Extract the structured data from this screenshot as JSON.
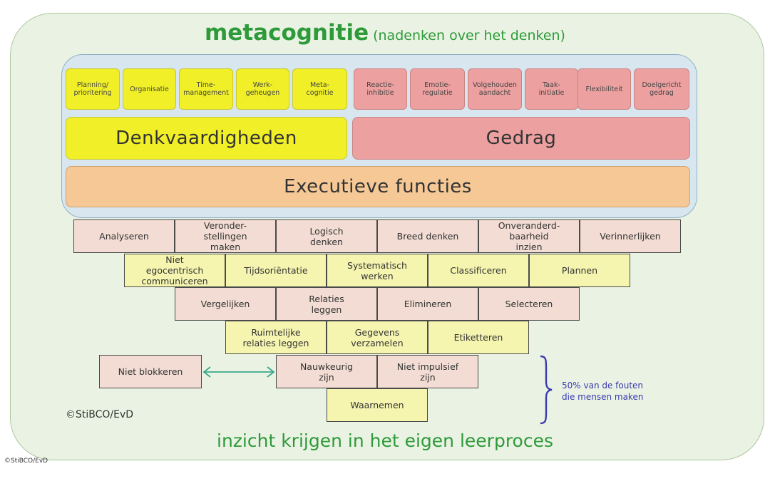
{
  "title": {
    "main": "metacognitie",
    "sub": "(nadenken over het denken)"
  },
  "thinking_skills": [
    {
      "label": "Planning/\nprioritering"
    },
    {
      "label": "Organisatie"
    },
    {
      "label": "Time-\nmanagement"
    },
    {
      "label": "Werk-\ngeheugen"
    },
    {
      "label": "Meta-\ncognitie"
    }
  ],
  "behavior_skills": [
    {
      "label": "Reactie-\ninhibitie"
    },
    {
      "label": "Emotie-\nregulatie"
    },
    {
      "label": "Volgehouden\naandacht"
    },
    {
      "label": "Taak-\ninitiatie"
    },
    {
      "label": "Flexibiliteit"
    },
    {
      "label": "Doelgericht\ngedrag"
    }
  ],
  "denkvaardigheden_label": "Denkvaardigheden",
  "gedrag_label": "Gedrag",
  "executieve_functies_label": "Executieve functies",
  "pyramid": {
    "row1": [
      "Analyseren",
      "Veronder-\nstellingen\nmaken",
      "Logisch\ndenken",
      "Breed denken",
      "Onveranderd-\nbaarheid\ninzien",
      "Verinnerlijken"
    ],
    "row2": [
      "Niet\negocentrisch\ncommuniceren",
      "Tijdsoriëntatie",
      "Systematisch\nwerken",
      "Classificeren",
      "Plannen"
    ],
    "row3": [
      "Vergelijken",
      "Relaties\nleggen",
      "Elimineren",
      "Selecteren"
    ],
    "row4": [
      "Ruimtelijke\nrelaties leggen",
      "Gegevens\nverzamelen",
      "Etiketteren"
    ],
    "row5": [
      "Nauwkeurig\nzijn",
      "Niet impulsief\nzijn"
    ],
    "row6": [
      "Waarnemen"
    ]
  },
  "standalone_label": "Niet blokkeren",
  "note": "50% van de fouten\ndie mensen maken",
  "copyright_inner": "©StiBCO/EvD",
  "bottom_text": "inzicht krijgen in het eigen leerproces",
  "copyright_outer": "©StiBCO/EvD",
  "colors": {
    "title_green": "#2e9a3a",
    "yellow": "#f1f028",
    "pink": "#eda0a0",
    "orange": "#f5c896",
    "arrow": "#3aa88a",
    "brace": "#3a3ab0"
  }
}
